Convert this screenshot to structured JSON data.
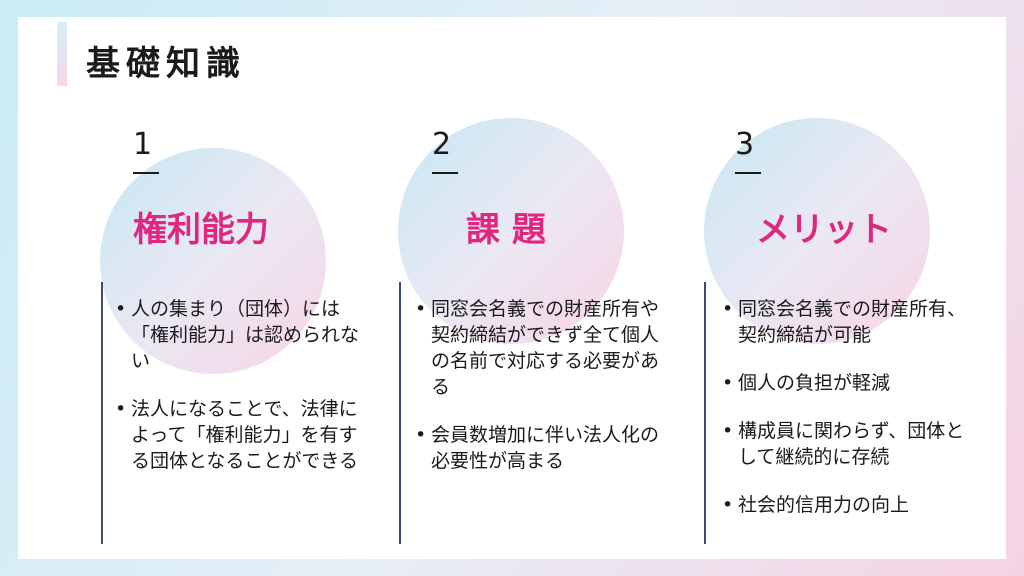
{
  "page": {
    "title": "基礎知識"
  },
  "columns": [
    {
      "number": "1",
      "heading": "権利能力",
      "bullets": [
        "人の集まり（団体）には「権利能力」は認められない",
        "法人になることで、法律によって「権利能力」を有する団体となることができる"
      ]
    },
    {
      "number": "2",
      "heading": "課 題",
      "bullets": [
        "同窓会名義での財産所有や契約締結ができず全て個人の名前で対応する必要がある",
        "会員数増加に伴い法人化の必要性が高まる"
      ]
    },
    {
      "number": "3",
      "heading": "メリット",
      "bullets": [
        "同窓会名義での財産所有、契約締結が可能",
        "個人の負担が軽減",
        "構成員に関わらず、団体として継続的に存続",
        "社会的信用力の向上"
      ]
    }
  ]
}
